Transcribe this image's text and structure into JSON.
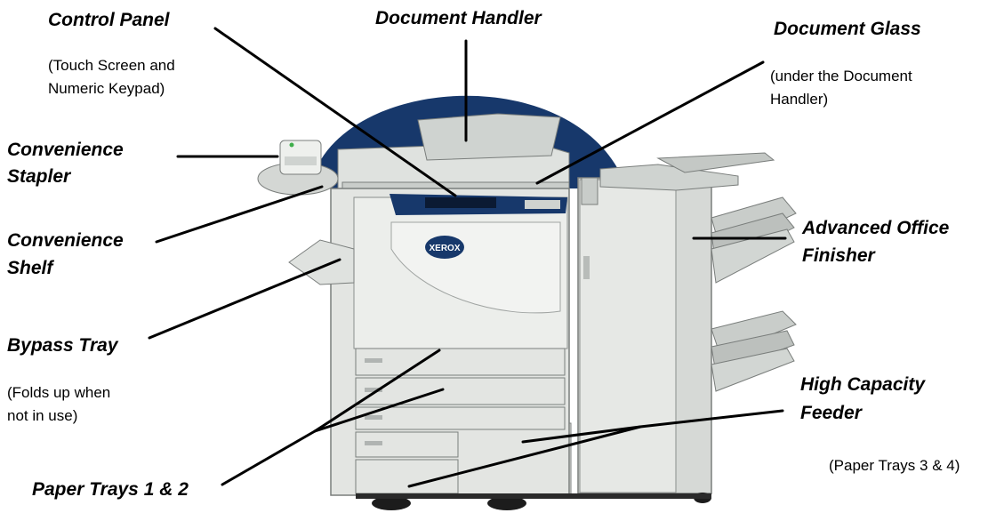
{
  "labels": {
    "control_panel": "Control Panel",
    "control_panel_note_1": "(Touch Screen and",
    "control_panel_note_2": "Numeric Keypad)",
    "document_handler": "Document Handler",
    "document_glass": "Document Glass",
    "document_glass_note_1": "(under the Document",
    "document_glass_note_2": "Handler)",
    "convenience_stapler_1": "Convenience",
    "convenience_stapler_2": "Stapler",
    "convenience_shelf_1": "Convenience",
    "convenience_shelf_2": "Shelf",
    "advanced_office_finisher_1": "Advanced Office",
    "advanced_office_finisher_2": "Finisher",
    "bypass_tray": "Bypass Tray",
    "bypass_tray_note_1": "(Folds up when",
    "bypass_tray_note_2": "not in use)",
    "high_capacity_feeder_1": "High Capacity",
    "high_capacity_feeder_2": "Feeder",
    "high_capacity_feeder_note": "(Paper Trays 3 & 4)",
    "paper_trays_1_2": "Paper Trays 1 & 2"
  },
  "brand_logo": "XEROX",
  "colors": {
    "blue_dome": "#17386b",
    "body": "#d9dcd9",
    "body_light": "#eceeeb",
    "outline": "#7a7e7c",
    "dark": "#1c1c1c"
  }
}
